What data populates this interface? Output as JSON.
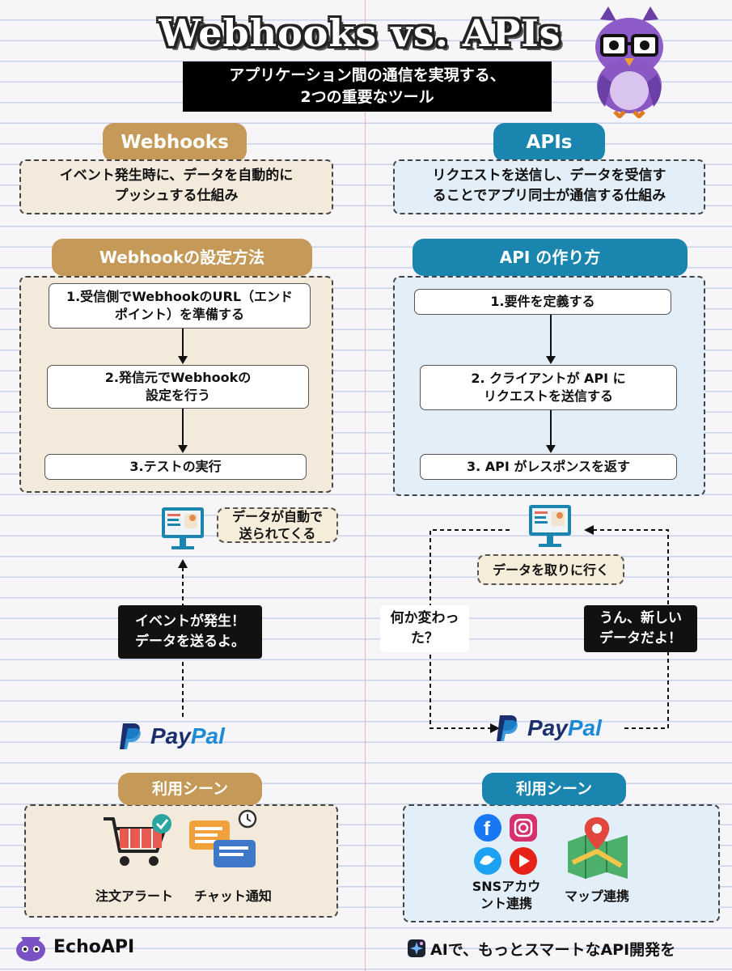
{
  "header": {
    "title": "Webhooks vs. APIs",
    "subtitle_line1": "アプリケーション間の通信を実現する、",
    "subtitle_line2": "2つの重要なツール"
  },
  "webhooks": {
    "label": "Webhooks",
    "desc_line1": "イベント発生時に、データを自動的に",
    "desc_line2": "プッシュする仕組み",
    "setup_title": "Webhookの設定方法",
    "steps": [
      {
        "line1": "1.受信側でWebhookのURL（エンド",
        "line2": "ポイント）を準備する"
      },
      {
        "line1": "2.発信元でWebhookの",
        "line2": "設定を行う"
      },
      {
        "line1": "3.テストの実行",
        "line2": ""
      }
    ],
    "note_line1": "データが自動で",
    "note_line2": "送られてくる",
    "event_line1": "イベントが発生！",
    "event_line2": "データを送るよ。",
    "paypal_a": "Pay",
    "paypal_b": "Pal",
    "usage_title": "利用シーン",
    "usage_label_1": "注文アラート",
    "usage_label_2": "チャット通知"
  },
  "apis": {
    "label": "APIs",
    "desc_line1": "リクエストを送信し、データを受信す",
    "desc_line2": "ることでアプリ同士が通信する仕組み",
    "setup_title": "API の作り方",
    "steps": [
      {
        "line1": "1.要件を定義する",
        "line2": ""
      },
      {
        "line1": "2. クライアントが API に",
        "line2": "リクエストを送信する"
      },
      {
        "line1": "3. API がレスポンスを返す",
        "line2": ""
      }
    ],
    "fetch_note": "データを取りに行く",
    "question_line1": "何か変わっ",
    "question_line2": "た？",
    "answer_line1": "うん、新しい",
    "answer_line2": "データだよ！",
    "paypal_a": "Pay",
    "paypal_b": "Pal",
    "usage_title": "利用シーン",
    "sns_line1": "SNSアカウ",
    "sns_line2": "ント連携",
    "map_label": "マップ連携"
  },
  "footer": {
    "brand": "EchoAPI",
    "tagline": "AIで、もっとスマートなAPI開発を"
  },
  "colors": {
    "gold": "#c59a58",
    "blue": "#1a85ae",
    "paypal_dark": "#1a2f6b",
    "paypal_light": "#1c8ad6"
  }
}
